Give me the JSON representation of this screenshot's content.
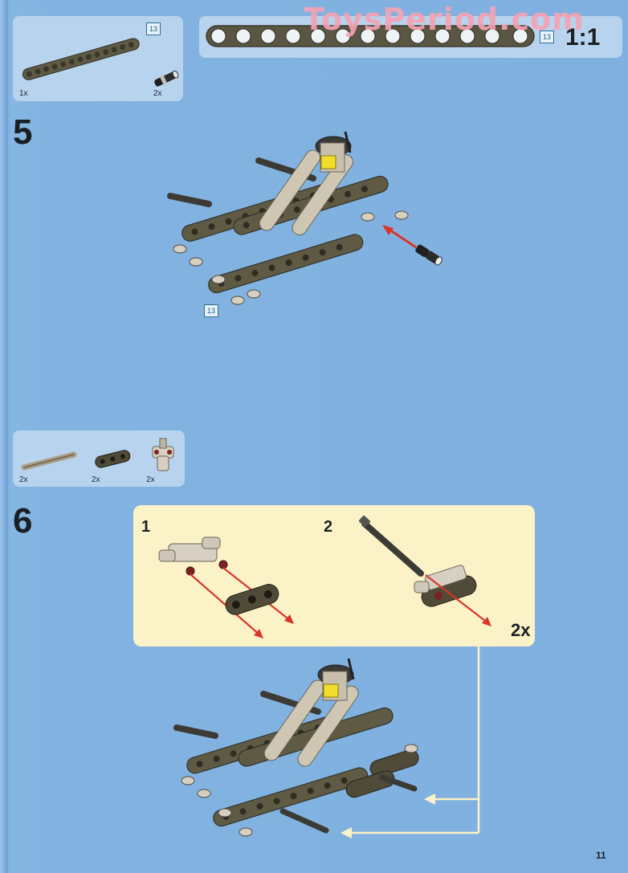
{
  "watermark": "ToysPeriod.com",
  "step5": {
    "number": "5",
    "parts": [
      {
        "name": "beam-13",
        "qty": "1x",
        "ref": "13"
      },
      {
        "name": "connector-pin",
        "qty": "2x"
      }
    ],
    "scale_beam_ref": "13",
    "scale_label": "1:1",
    "assembly_ref": "13"
  },
  "step6": {
    "number": "6",
    "parts": [
      {
        "name": "axle",
        "qty": "2x"
      },
      {
        "name": "beam-3",
        "qty": "2x"
      },
      {
        "name": "cross-block",
        "qty": "2x"
      }
    ],
    "substeps": [
      {
        "number": "1"
      },
      {
        "number": "2",
        "multiplier": "2x"
      }
    ]
  },
  "page_number": "11",
  "colors": {
    "background": "#82b3e1",
    "panel": "#b8d3ee",
    "subassembly": "#fbf2c7",
    "beam": "#5e5a44",
    "light_part": "#cfc6b4",
    "arrow_red": "#d9362a",
    "arrow_callout": "#fbf2c7",
    "accent_yellow": "#f2de2a"
  }
}
